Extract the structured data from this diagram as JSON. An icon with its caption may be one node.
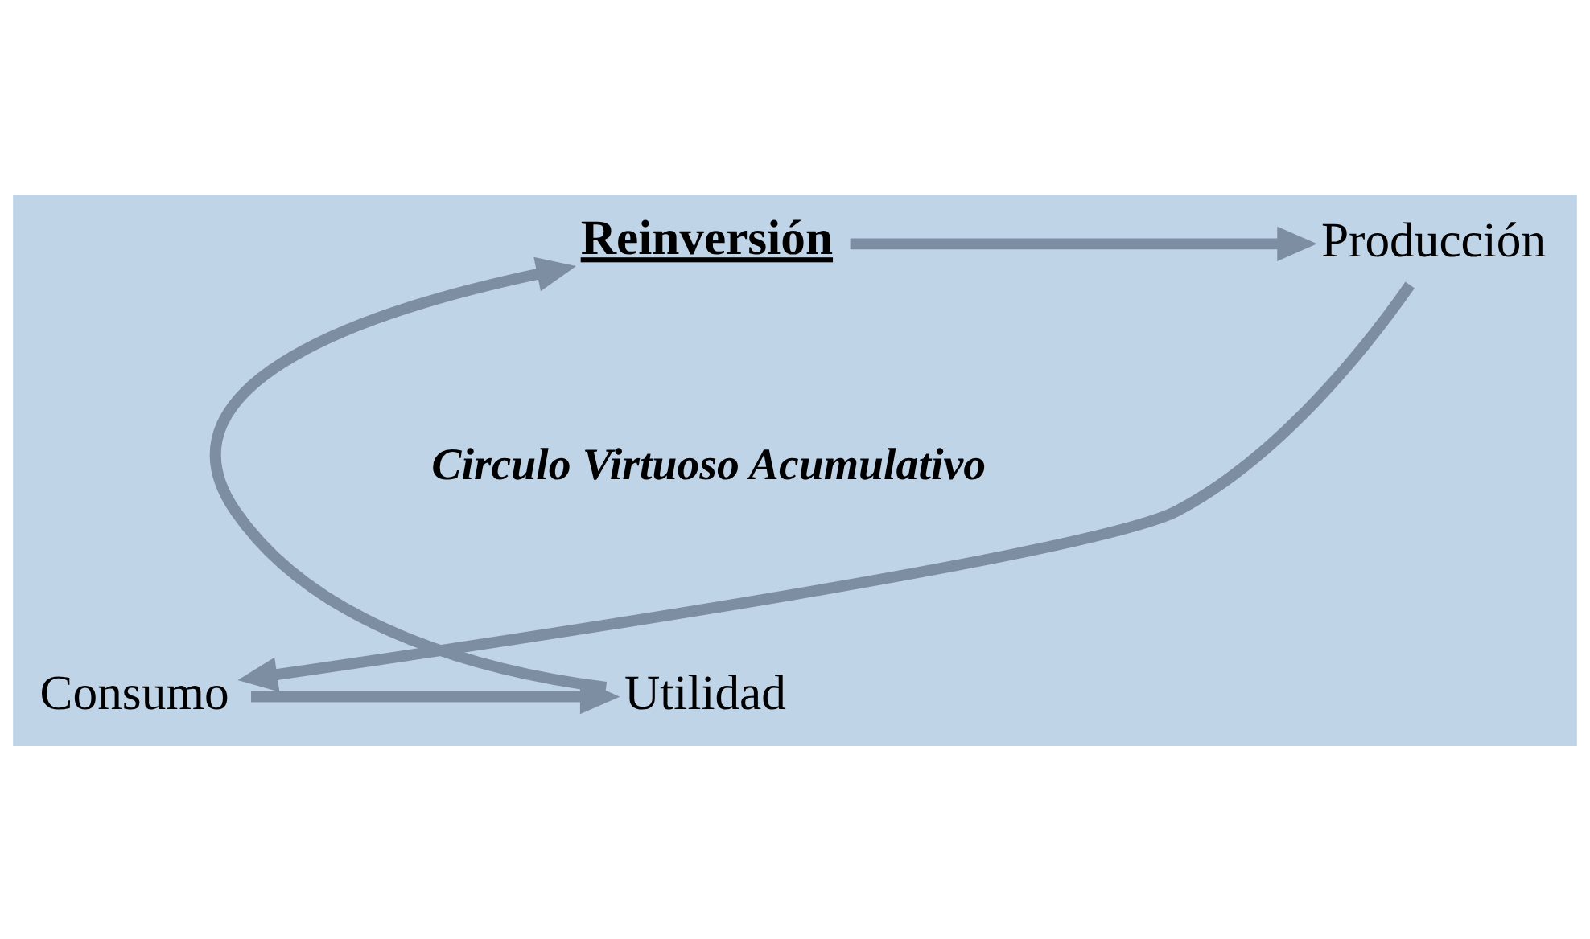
{
  "diagram": {
    "nodes": [
      {
        "text": [
          "Reinversión"
        ]
      },
      {
        "text": [
          "Producción"
        ]
      },
      {
        "text": [
          "Consumo"
        ]
      },
      {
        "text": [
          "Utilidad"
        ]
      }
    ],
    "edges": [
      {
        "from": 0,
        "to": 1,
        "arrow": "to"
      },
      {
        "from": 1,
        "to": 2,
        "arrow": "to"
      },
      {
        "from": 2,
        "to": 3,
        "arrow": "to"
      },
      {
        "from": 3,
        "to": 0,
        "arrow": "to"
      }
    ],
    "labels": [
      "Circulo Virtuoso Acumulativo"
    ]
  }
}
